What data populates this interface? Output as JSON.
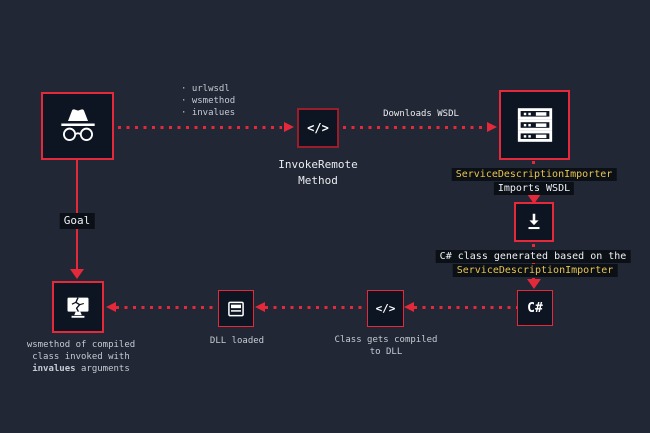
{
  "colors": {
    "background": "#212734",
    "node_fill": "#0d1422",
    "accent_red": "#e5293a",
    "dim_red_border": "#9b1d2a",
    "accent_yellow": "#eac54f",
    "chip_background": "#0b0f16",
    "text_gray": "#c6cbd4",
    "text_white": "#e9ecf1"
  },
  "nodes": {
    "attacker": {
      "icon": "incognito-icon"
    },
    "invoke_remote": {
      "icon": "code-icon",
      "glyph": "</>",
      "label_line1": "InvokeRemote",
      "label_line2": "Method"
    },
    "web_server": {
      "icon": "server-icon"
    },
    "importer_download": {
      "icon": "download-icon"
    },
    "csharp_class": {
      "label": "C#"
    },
    "compiler": {
      "icon": "code-icon",
      "glyph": "</>"
    },
    "dll": {
      "icon": "window-icon"
    },
    "goal_target": {
      "icon": "broken-computer-icon"
    }
  },
  "labels": {
    "params": [
      "· urlwsdl",
      "· wsmethod",
      "· invalues"
    ],
    "downloads_wsdl": "Downloads WSDL",
    "service_description_importer": "ServiceDescriptionImporter",
    "imports_wsdl": "Imports WSDL",
    "csharp_generated_line1": "C# class generated based on the",
    "csharp_generated_line2": "ServiceDescriptionImporter",
    "class_compiled_line1": "Class gets compiled",
    "class_compiled_line2": "to DLL",
    "dll_loaded": "DLL loaded",
    "goal": "Goal",
    "result_line1": "wsmethod of compiled",
    "result_line2": "class invoked with",
    "result_line3_bold": "invalues",
    "result_line3_rest": " arguments"
  }
}
